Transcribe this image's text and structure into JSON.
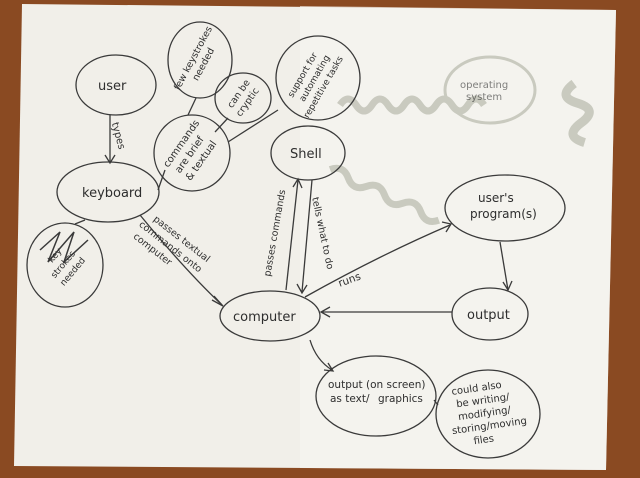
{
  "diagram": {
    "nodes": {
      "user": "user",
      "keyboard": "keyboard",
      "computer": "computer",
      "shell": "Shell",
      "users_program": [
        "user's",
        "program(s)"
      ],
      "output": "output",
      "output_screen": [
        "output (on screen)",
        "as text/",
        "graphics"
      ],
      "operating_system": [
        "operating",
        "system"
      ],
      "few_keystrokes": [
        "few keystrokes",
        "needed"
      ],
      "cryptic": [
        "can be",
        "cryptic"
      ],
      "support": [
        "support for",
        "automating",
        "repetitive tasks"
      ],
      "commands_brief": [
        "commands",
        "are brief",
        "& textual"
      ],
      "key_strokes": [
        "key",
        "strokes",
        "needed"
      ],
      "could_also": [
        "could also",
        "be writing/",
        "modifying/",
        "storing/moving",
        "files"
      ]
    },
    "edge_labels": {
      "types": "types",
      "passes_textual": [
        "passes textual",
        "commands onto",
        "computer"
      ],
      "passes_commands": "passes commands",
      "tells_what": "tells what to do",
      "runs": "runs"
    }
  }
}
